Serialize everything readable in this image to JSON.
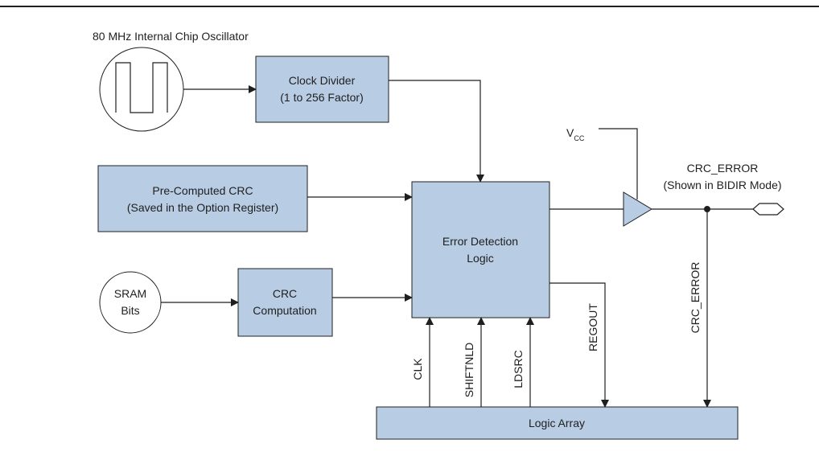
{
  "oscillator": {
    "label": "80 MHz Internal Chip Oscillator"
  },
  "clock_divider": {
    "line1": "Clock Divider",
    "line2": "(1 to 256 Factor)"
  },
  "precomputed_crc": {
    "line1": "Pre-Computed CRC",
    "line2": "(Saved in the Option Register)"
  },
  "error_detection": {
    "line1": "Error Detection",
    "line2": "Logic"
  },
  "sram": {
    "line1": "SRAM",
    "line2": "Bits"
  },
  "crc_computation": {
    "line1": "CRC",
    "line2": "Computation"
  },
  "logic_array": {
    "label": "Logic Array"
  },
  "vcc": {
    "main": "V",
    "sub": "CC"
  },
  "crc_error_output": {
    "line1": "CRC_ERROR",
    "line2": "(Shown in BIDIR Mode)"
  },
  "signals": {
    "clk": "CLK",
    "shiftnld": "SHIFTNLD",
    "ldsrc": "LDSRC",
    "regout": "REGOUT",
    "crc_error": "CRC_ERROR"
  },
  "colors": {
    "block_fill": "#b8cce4",
    "line": "#1f1f1f"
  }
}
